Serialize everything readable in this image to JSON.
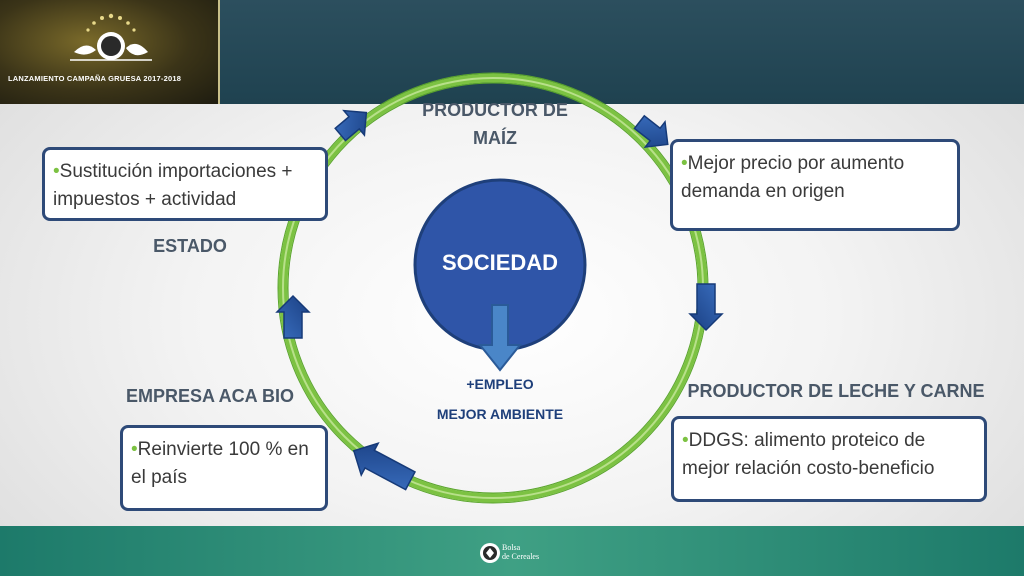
{
  "header": {
    "logo_title": "LANZAMIENTO CAMPAÑA GRUESA 2017-2018"
  },
  "diagram": {
    "center": "SOCIEDAD",
    "outcomes": [
      "+EMPLEO",
      "MEJOR AMBIENTE"
    ],
    "nodes": {
      "productor_maiz": {
        "label_line1": "PRODUCTOR DE",
        "label_line2": "MAÍZ"
      },
      "productor_leche": {
        "label": "PRODUCTOR DE LECHE Y CARNE",
        "text": "DDGS: alimento proteico de mejor relación costo-beneficio"
      },
      "empresa": {
        "label": "EMPRESA ACA BIO",
        "text": "Reinvierte 100 % en el país"
      },
      "estado": {
        "label": "ESTADO",
        "text": "Sustitución importaciones + impuestos + actividad"
      },
      "maiz_box": {
        "text": "Mejor precio por aumento demanda en origen"
      }
    },
    "bullet_char": "•",
    "colors": {
      "circle_fill": "#2f55a8",
      "ring": "#7cc242",
      "arrow": "#1f4f9c",
      "box_border": "#2e4a78"
    }
  },
  "footer": {
    "logo_line1": "Bolsa",
    "logo_line2": "de Cereales"
  }
}
